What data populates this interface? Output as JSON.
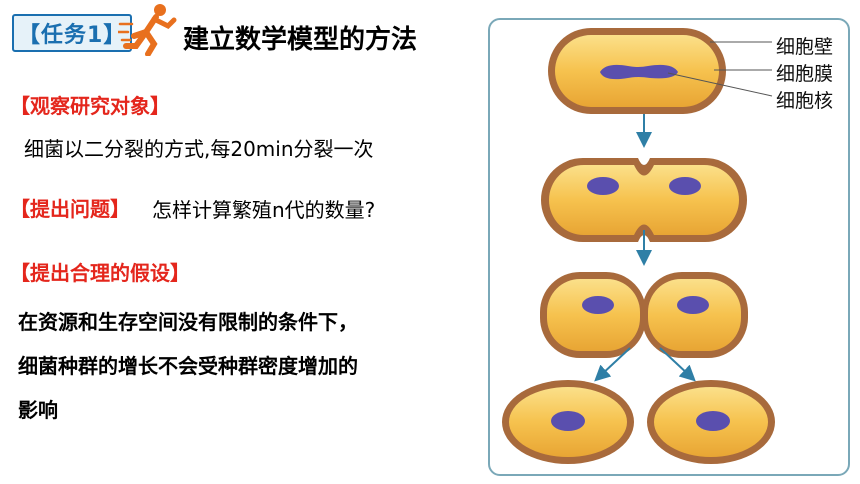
{
  "header": {
    "task_badge": "【任务1】",
    "title": "建立数学模型的方法"
  },
  "sections": {
    "observe_heading": "【观察研究对象】",
    "observe_text": "细菌以二分裂的方式,每20min分裂一次",
    "question_heading": "【提出问题】",
    "question_text": "怎样计算繁殖n代的数量?",
    "hypothesis_heading": "【提出合理的假设】",
    "hypothesis_lines": [
      "在资源和生存空间没有限制的条件下，",
      "细菌种群的增长不会受种群密度增加的",
      "影响"
    ]
  },
  "diagram": {
    "labels": {
      "cell_wall": "细胞壁",
      "cell_membrane": "细胞膜",
      "nucleus": "细胞核"
    },
    "colors": {
      "cell_wall": "#a86a3c",
      "cytoplasm": "#f6c24e",
      "nucleus": "#5a4fae",
      "arrow": "#2f7fa6",
      "panel_border": "#7aa8b8"
    }
  },
  "icons": [
    "running-person-icon",
    "down-arrow-icon"
  ]
}
